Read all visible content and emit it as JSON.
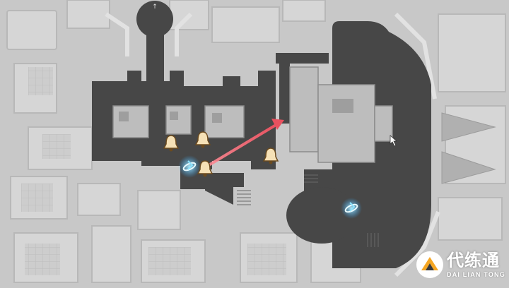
{
  "map": {
    "background_color": "#c9c9c9",
    "walkable_color": "#474747",
    "route_color": "#e8515f",
    "markers": [
      {
        "type": "bell",
        "icon": "bell-icon"
      },
      {
        "type": "bell",
        "icon": "bell-icon"
      },
      {
        "type": "bell",
        "icon": "bell-icon"
      },
      {
        "type": "bell",
        "icon": "bell-icon"
      },
      {
        "type": "space-anchor",
        "icon": "space-anchor-icon"
      },
      {
        "type": "space-anchor",
        "icon": "space-anchor-icon"
      }
    ],
    "top_marker": "↑"
  },
  "watermark": {
    "name_cn": "代练通",
    "name_en": "DAI LIAN TONG",
    "accent": "#f5a623"
  }
}
